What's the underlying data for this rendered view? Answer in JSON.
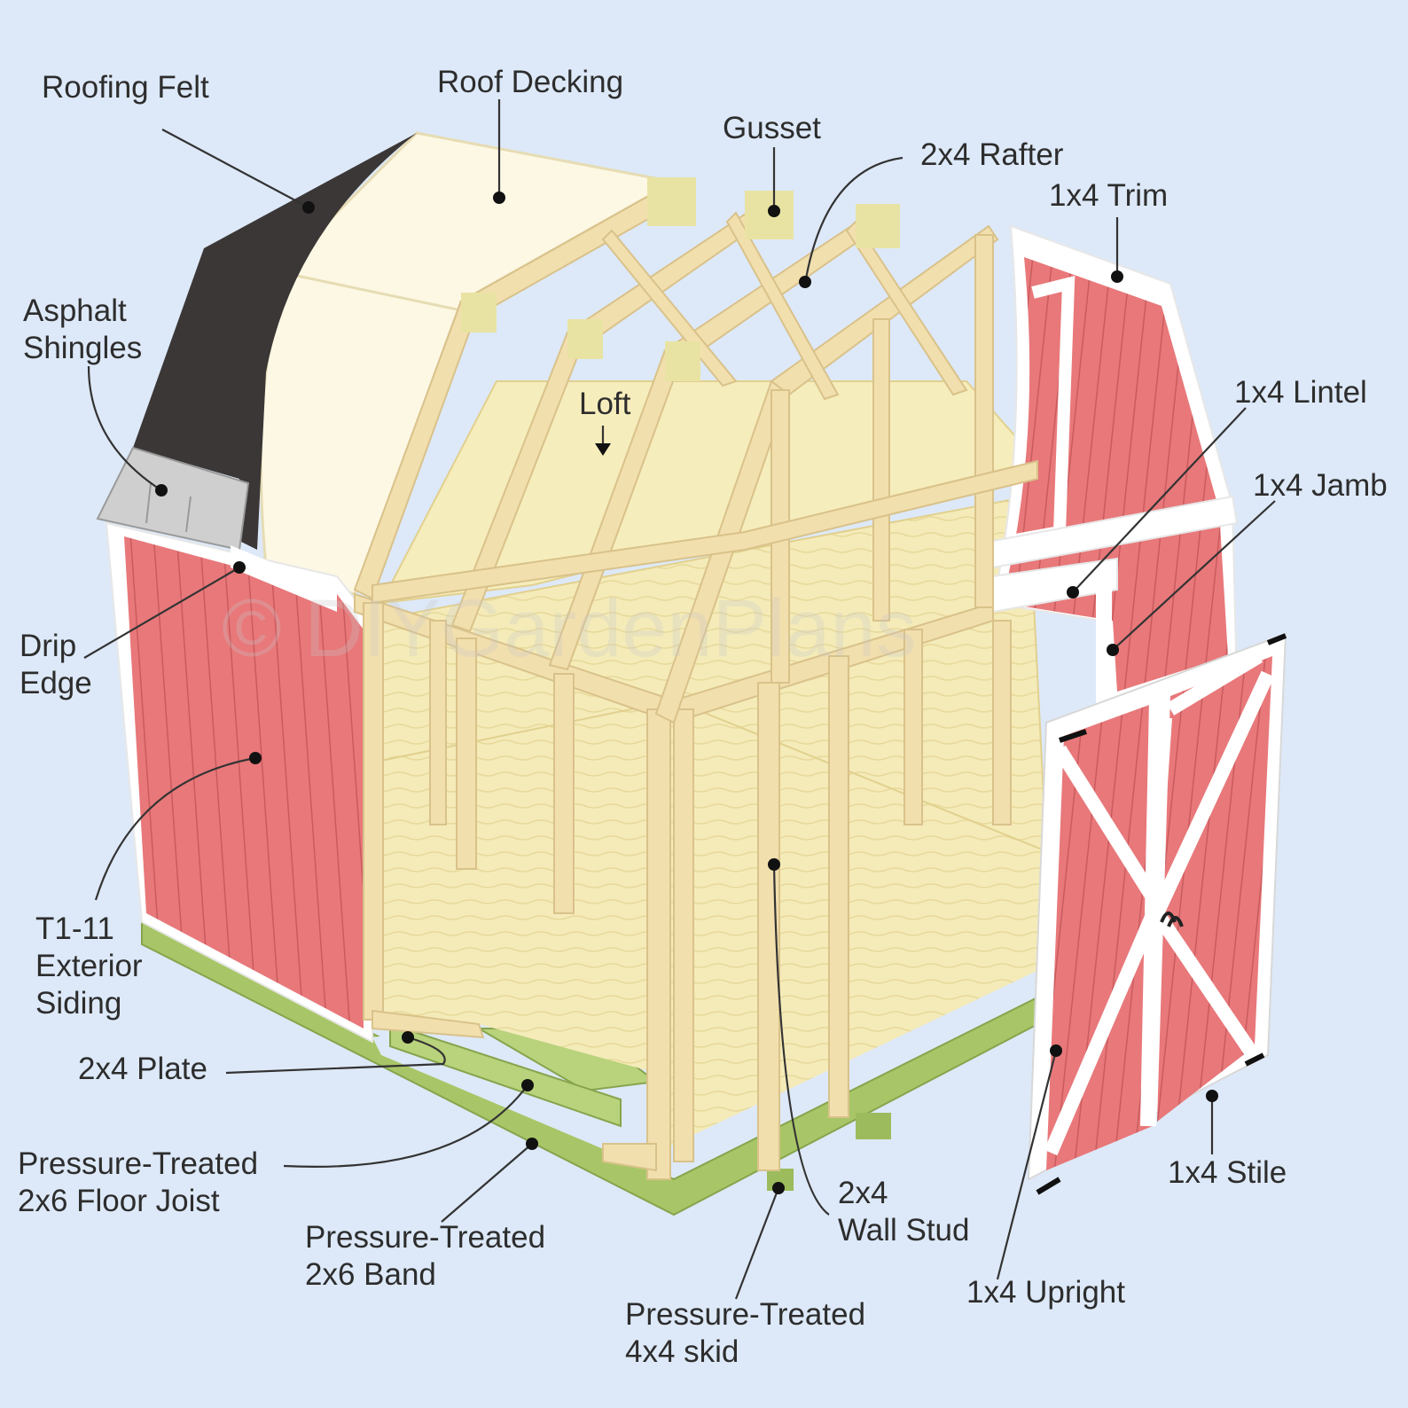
{
  "labels": {
    "roofing_felt": "Roofing Felt",
    "roof_decking": "Roof Decking",
    "gusset": "Gusset",
    "rafter": "2x4 Rafter",
    "trim": "1x4 Trim",
    "asphalt_shingles": [
      "Asphalt",
      "Shingles"
    ],
    "loft": "Loft",
    "lintel": "1x4 Lintel",
    "jamb": "1x4 Jamb",
    "drip_edge": [
      "Drip",
      "Edge"
    ],
    "siding": [
      "T1-11",
      "Exterior",
      "Siding"
    ],
    "plate": "2x4 Plate",
    "floor_joist": [
      "Pressure-Treated",
      "2x6 Floor Joist"
    ],
    "band": [
      "Pressure-Treated",
      "2x6 Band"
    ],
    "skid": [
      "Pressure-Treated",
      "4x4 skid"
    ],
    "wall_stud": [
      "2x4",
      "Wall Stud"
    ],
    "upright": "1x4 Upright",
    "stile": "1x4 Stile"
  },
  "watermark": "© DIYGardenPlans",
  "colors": {
    "background": "#dde9f8",
    "siding": "#e8787a",
    "siding_groove": "#c95b5e",
    "trim": "#ffffff",
    "lumber": "#f2dfae",
    "plywood": "#f4ebb9",
    "decking": "#fdf8e4",
    "felt": "#3b3737",
    "shingles": "#cfcfcf",
    "pressure_treated": "#a8c667"
  }
}
